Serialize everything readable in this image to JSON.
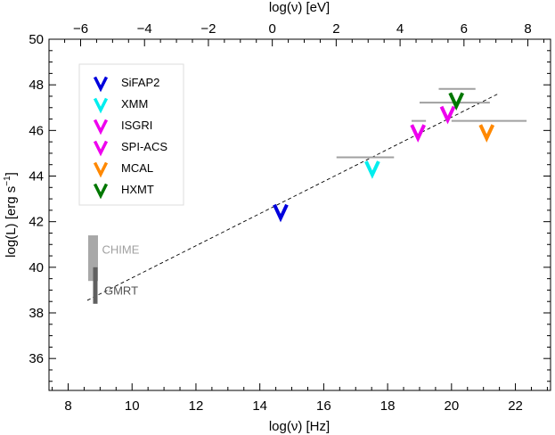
{
  "chart_data": {
    "type": "scatter",
    "title": "",
    "xlabel": "log(ν) [Hz]",
    "ylabel": "log(L) [erg s⁻¹]",
    "ylabel_main": "log(L) [erg s",
    "ylabel_sup": "−1",
    "ylabel_close": "]",
    "x2label": "log(ν) [eV]",
    "xlim": [
      7.4,
      23.1
    ],
    "ylim": [
      34.6,
      50
    ],
    "x2lim": [
      -6.99,
      8.71
    ],
    "xticks": [
      8,
      10,
      12,
      14,
      16,
      18,
      20,
      22
    ],
    "xtick_labels": [
      "8",
      "10",
      "12",
      "14",
      "16",
      "18",
      "20",
      "22"
    ],
    "yticks": [
      36,
      38,
      40,
      42,
      44,
      46,
      48,
      50
    ],
    "ytick_labels": [
      "36",
      "38",
      "40",
      "42",
      "44",
      "46",
      "48",
      "50"
    ],
    "x2ticks": [
      -6,
      -4,
      -2,
      0,
      2,
      4,
      6,
      8
    ],
    "x2tick_labels": [
      "−6",
      "−4",
      "−2",
      "0",
      "2",
      "4",
      "6",
      "8"
    ],
    "grid": false,
    "legend_position": "top-left",
    "series": [
      {
        "name": "SiFAP2",
        "color": "#0000dd",
        "x": 14.65,
        "y": 42.45,
        "range": null
      },
      {
        "name": "XMM",
        "color": "#00eeee",
        "x": 17.52,
        "y": 44.35,
        "range": [
          16.4,
          18.2
        ]
      },
      {
        "name": "ISGRI",
        "color": "#ee00ee",
        "x": 18.95,
        "y": 45.95,
        "range": [
          18.75,
          19.2
        ]
      },
      {
        "name": "SPI-ACS",
        "color": "#ee00ee",
        "x": 19.88,
        "y": 46.75,
        "range": [
          19.0,
          21.2
        ]
      },
      {
        "name": "MCAL",
        "color": "#ff8800",
        "x": 21.1,
        "y": 45.95,
        "range": [
          20.0,
          22.35
        ]
      },
      {
        "name": "HXMT",
        "color": "#007700",
        "x": 20.15,
        "y": 47.35,
        "range": [
          19.6,
          20.75
        ]
      }
    ],
    "fit_line": {
      "x": [
        8.6,
        21.45
      ],
      "y": [
        38.55,
        47.6
      ],
      "style": "dashed",
      "color": "#000000"
    },
    "radio_bars": [
      {
        "name": "CHIME",
        "x": 8.78,
        "ymin": 39.4,
        "ymax": 41.4,
        "color": "#a8a8a8",
        "label_color": "#a0a0a0"
      },
      {
        "name": "GMRT",
        "x": 8.85,
        "ymin": 38.4,
        "ymax": 40.0,
        "color": "#606060",
        "label_color": "#505050"
      }
    ]
  }
}
